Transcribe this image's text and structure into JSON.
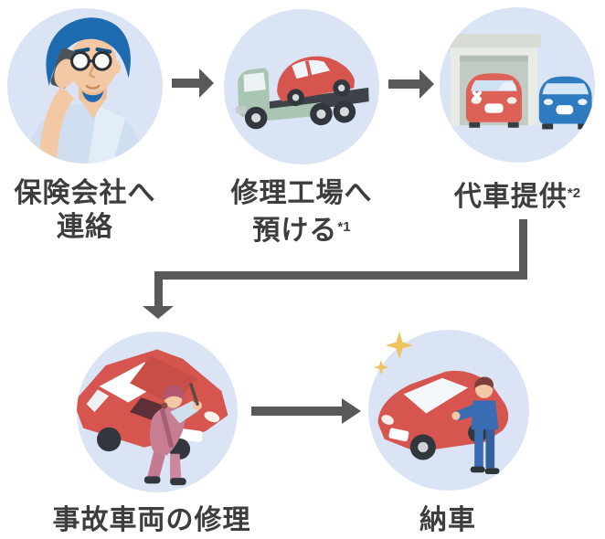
{
  "steps": [
    {
      "line1": "保険会社へ",
      "line2": "連絡",
      "note": ""
    },
    {
      "line1": "修理工場へ",
      "line2": "預ける",
      "note": "*1"
    },
    {
      "line1": "代車提供",
      "line2": "",
      "note": "*2"
    },
    {
      "line1": "事故車両の修理",
      "line2": "",
      "note": ""
    },
    {
      "line1": "納車",
      "line2": "",
      "note": ""
    }
  ],
  "icons": {
    "step1": "person-calling-icon",
    "step2": "tow-truck-icon",
    "step3": "garage-loaner-car-icon",
    "step4": "car-repair-icon",
    "step5": "car-delivery-icon",
    "sparkles": "sparkle-stars-icon",
    "flow": "arrow-right-icon",
    "wrap": "elbow-arrow-down-icon"
  },
  "colors": {
    "background": "#ffffff",
    "circle_bg": "#dae4f4",
    "arrow_gray": "#595959",
    "text": "#3e3c3c",
    "car_red": "#d6564f",
    "car_blue": "#2f7bc0",
    "truck_green": "#a9c6b3",
    "garage_wall": "#e9ebe6",
    "sparkle_gold": "#eec45f",
    "hair_blue": "#1e6bb0",
    "skin": "#f2c9a4"
  }
}
